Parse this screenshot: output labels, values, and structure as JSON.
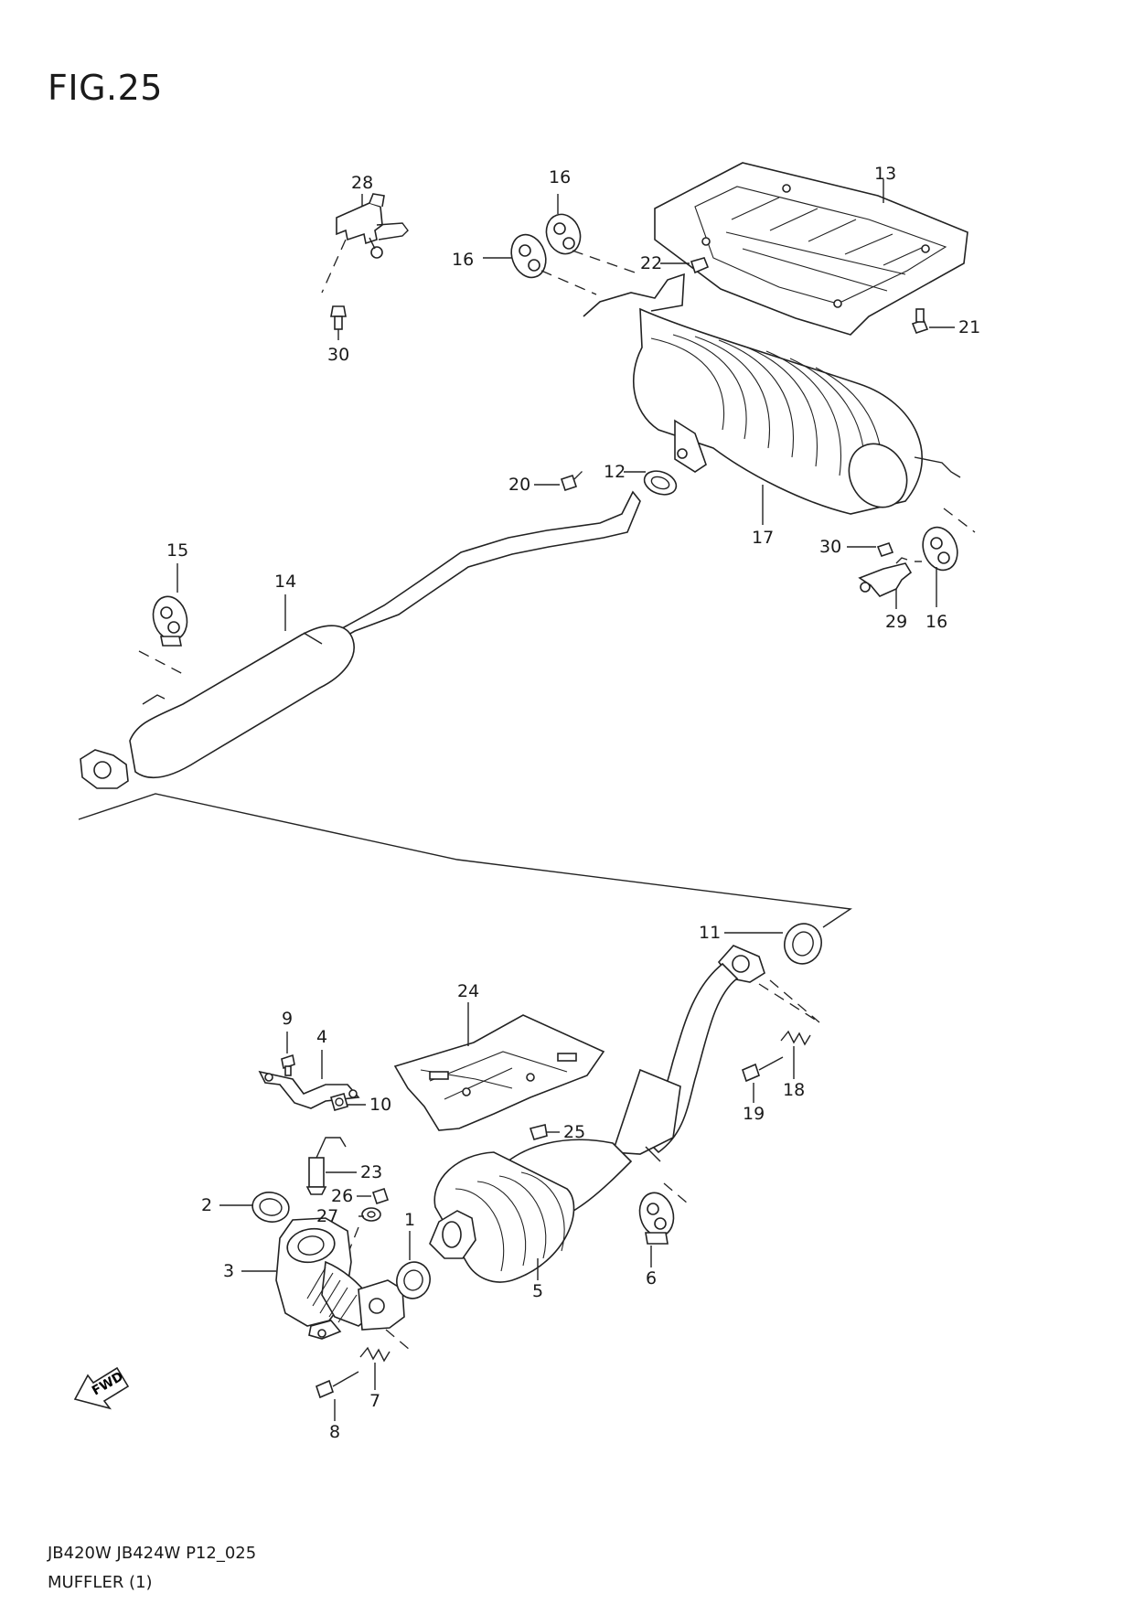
{
  "figure": {
    "title": "FIG.25"
  },
  "footer": {
    "code": "JB420W JB424W P12_025",
    "name": "MUFFLER (1)"
  },
  "fwd_label": "FWD",
  "callouts": [
    {
      "id": "c28",
      "text": "28"
    },
    {
      "id": "c30a",
      "text": "30"
    },
    {
      "id": "c16a",
      "text": "16"
    },
    {
      "id": "c16b",
      "text": "16"
    },
    {
      "id": "c13",
      "text": "13"
    },
    {
      "id": "c22",
      "text": "22"
    },
    {
      "id": "c21",
      "text": "21"
    },
    {
      "id": "c12",
      "text": "12"
    },
    {
      "id": "c20",
      "text": "20"
    },
    {
      "id": "c17",
      "text": "17"
    },
    {
      "id": "c30b",
      "text": "30"
    },
    {
      "id": "c29",
      "text": "29"
    },
    {
      "id": "c16c",
      "text": "16"
    },
    {
      "id": "c15",
      "text": "15"
    },
    {
      "id": "c14",
      "text": "14"
    },
    {
      "id": "c11",
      "text": "11"
    },
    {
      "id": "c24",
      "text": "24"
    },
    {
      "id": "c9",
      "text": "9"
    },
    {
      "id": "c4",
      "text": "4"
    },
    {
      "id": "c10",
      "text": "10"
    },
    {
      "id": "c18",
      "text": "18"
    },
    {
      "id": "c19",
      "text": "19"
    },
    {
      "id": "c25",
      "text": "25"
    },
    {
      "id": "c23",
      "text": "23"
    },
    {
      "id": "c2",
      "text": "2"
    },
    {
      "id": "c26",
      "text": "26"
    },
    {
      "id": "c27",
      "text": "27"
    },
    {
      "id": "c1",
      "text": "1"
    },
    {
      "id": "c3",
      "text": "3"
    },
    {
      "id": "c5",
      "text": "5"
    },
    {
      "id": "c6",
      "text": "6"
    },
    {
      "id": "c7",
      "text": "7"
    },
    {
      "id": "c8",
      "text": "8"
    }
  ]
}
